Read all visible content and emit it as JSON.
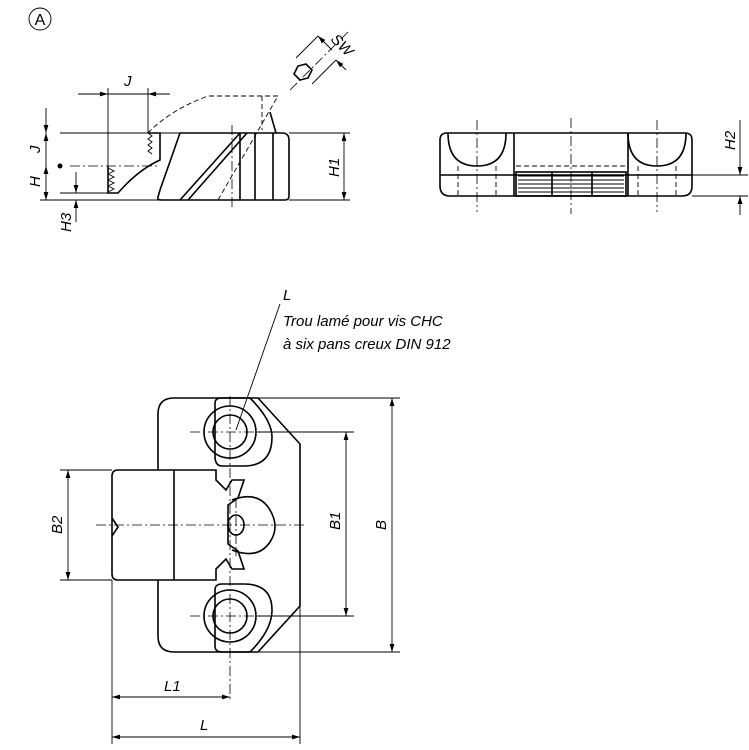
{
  "view_marker": "A",
  "note": {
    "ref": "L",
    "line1": "Trou lamé pour vis CHC",
    "line2": "à six pans creux DIN 912"
  },
  "dims": {
    "J_top": "J",
    "J_side": "J",
    "SW": "SW",
    "H": "H",
    "H1": "H1",
    "H2": "H2",
    "H3": "H3",
    "B": "B",
    "B1": "B1",
    "B2": "B2",
    "L": "L",
    "L1": "L1"
  }
}
